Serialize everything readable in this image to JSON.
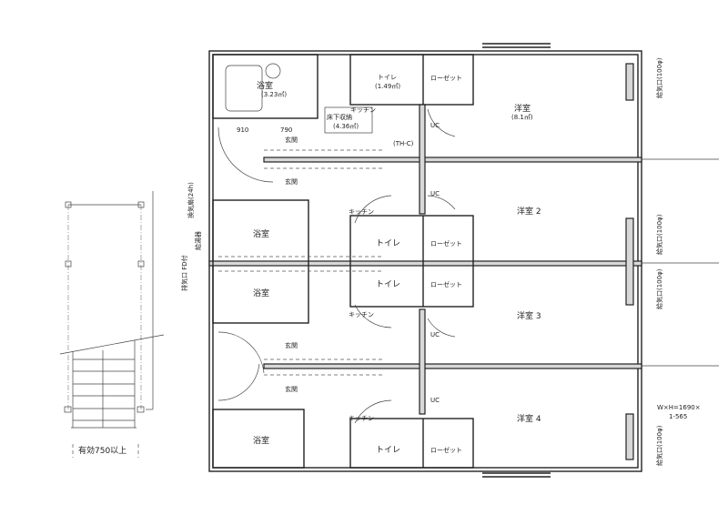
{
  "units": [
    {
      "bath": "浴室",
      "bath_area": "(3.23㎡)",
      "toilet": "トイレ",
      "toilet_area": "(1.49㎡)",
      "storage": "床下収納",
      "storage_area": "(4.36㎡)",
      "kitchen": "キッチン",
      "closet": "ローゼット",
      "room": "洋室",
      "room_area": "(8.1㎡)",
      "entrance": "玄関"
    },
    {
      "bath": "浴室",
      "toilet": "トイレ",
      "kitchen": "キッチン",
      "closet": "ローゼット",
      "room": "洋室 2",
      "entrance": "玄関"
    },
    {
      "bath": "浴室",
      "toilet": "トイレ",
      "kitchen": "キッチン",
      "closet": "ローゼット",
      "room": "洋室 3",
      "entrance": "玄関"
    },
    {
      "bath": "浴室",
      "toilet": "トイレ",
      "kitchen": "キッチン",
      "closet": "ローゼット",
      "room": "洋室 4",
      "entrance": "玄関"
    }
  ],
  "dimensions": {
    "d1": "910",
    "d2": "790"
  },
  "marks": {
    "uc": "UC",
    "wh": "(TH-C)"
  },
  "annotations": {
    "stair_note": "有効750以上",
    "air_inlet": "給気口(100φ)",
    "fan": "換気扇(24h)",
    "water_heater": "給湯器",
    "exhaust": "排気口 FD付",
    "window_note": "W×H=1690×",
    "window_note2": "1-565"
  }
}
